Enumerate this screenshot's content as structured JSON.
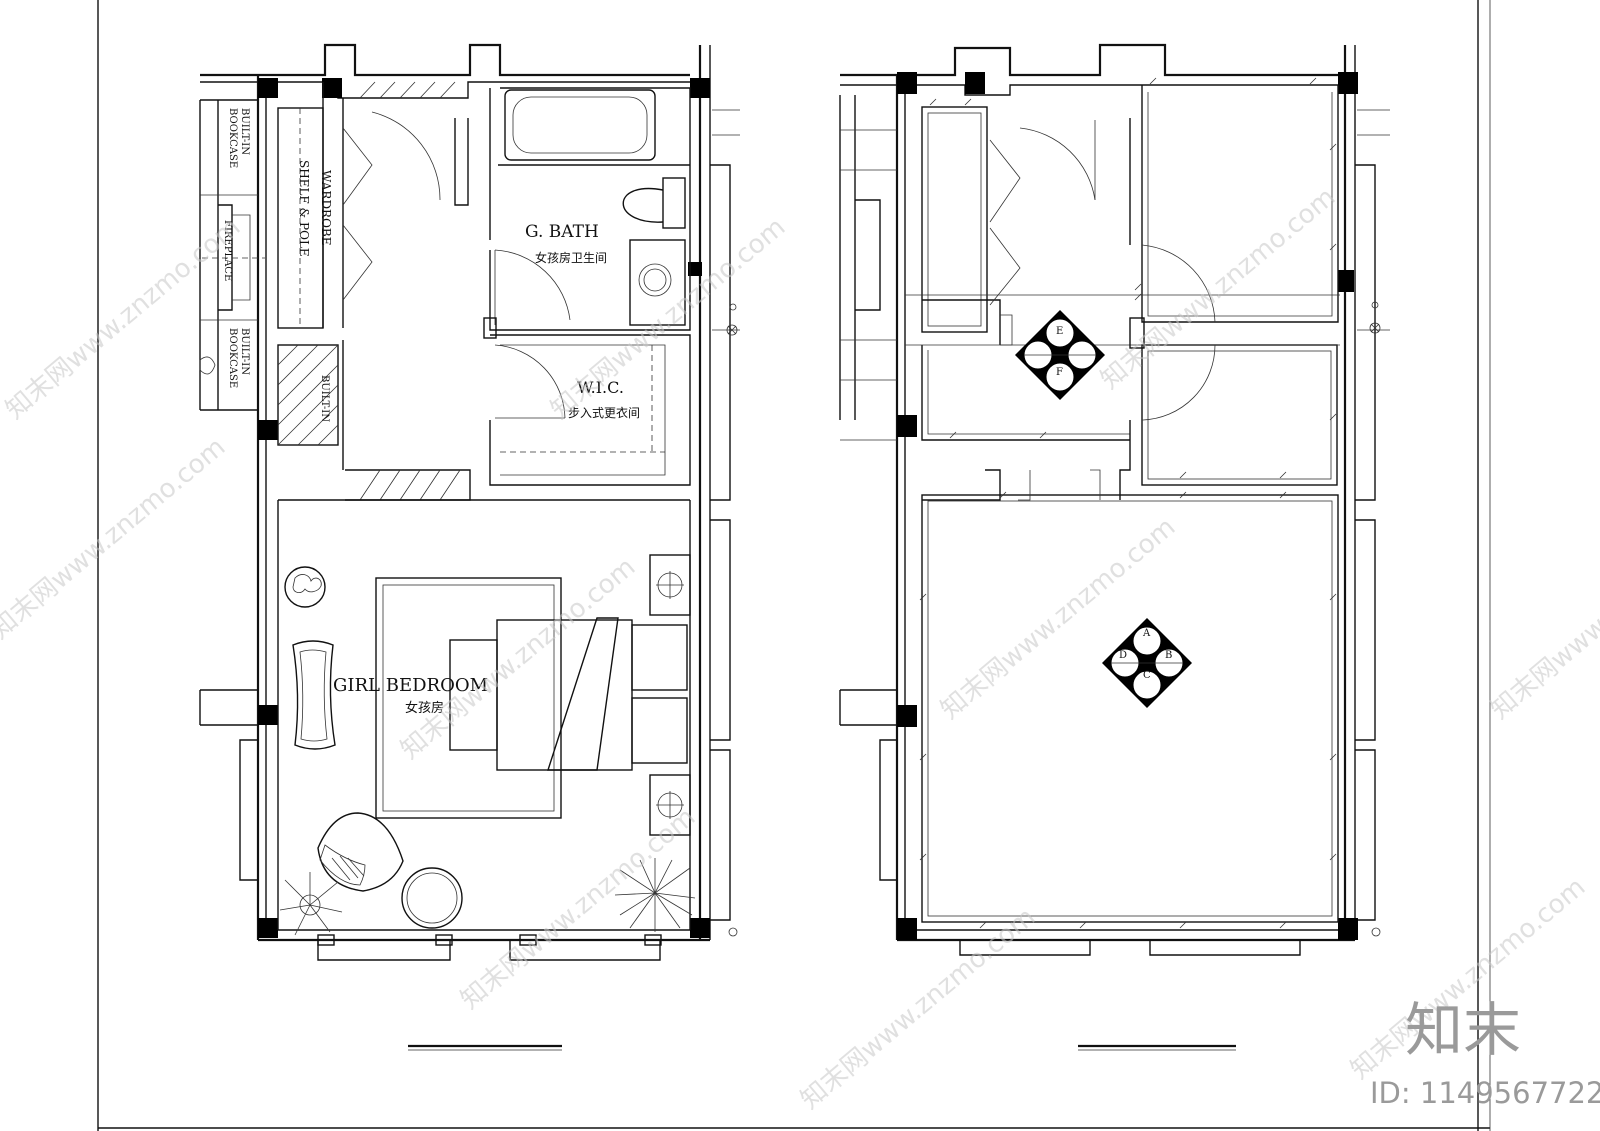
{
  "drawing": {
    "left_plan": {
      "rooms": {
        "bath_en": "G. BATH",
        "bath_cn": "女孩房卫生间",
        "wic_en": "W.I.C.",
        "wic_cn": "步入式更衣间",
        "bedroom_en": "GIRL BEDROOM",
        "bedroom_cn": "女孩房"
      },
      "fixtures": {
        "wardrobe_1": "WARDROBE",
        "wardrobe_2": "SHELF & POLE",
        "bookcase_top_1": "BUILT-IN",
        "bookcase_top_2": "BOOKCASE",
        "fireplace": "FIREPLACE",
        "bookcase_bottom_1": "BUILT-IN",
        "bookcase_bottom_2": "BOOKCASE",
        "built_in": "BUILT-IN"
      }
    },
    "right_plan": {
      "tag_top": {
        "top": "E",
        "bottom": "F"
      },
      "tag_main": {
        "top": "A",
        "left": "D",
        "right": "B",
        "bottom": "C"
      }
    }
  },
  "watermark": {
    "text": "知末网www.znzmo.com",
    "logo": "知末",
    "id": "ID: 1149567722"
  }
}
